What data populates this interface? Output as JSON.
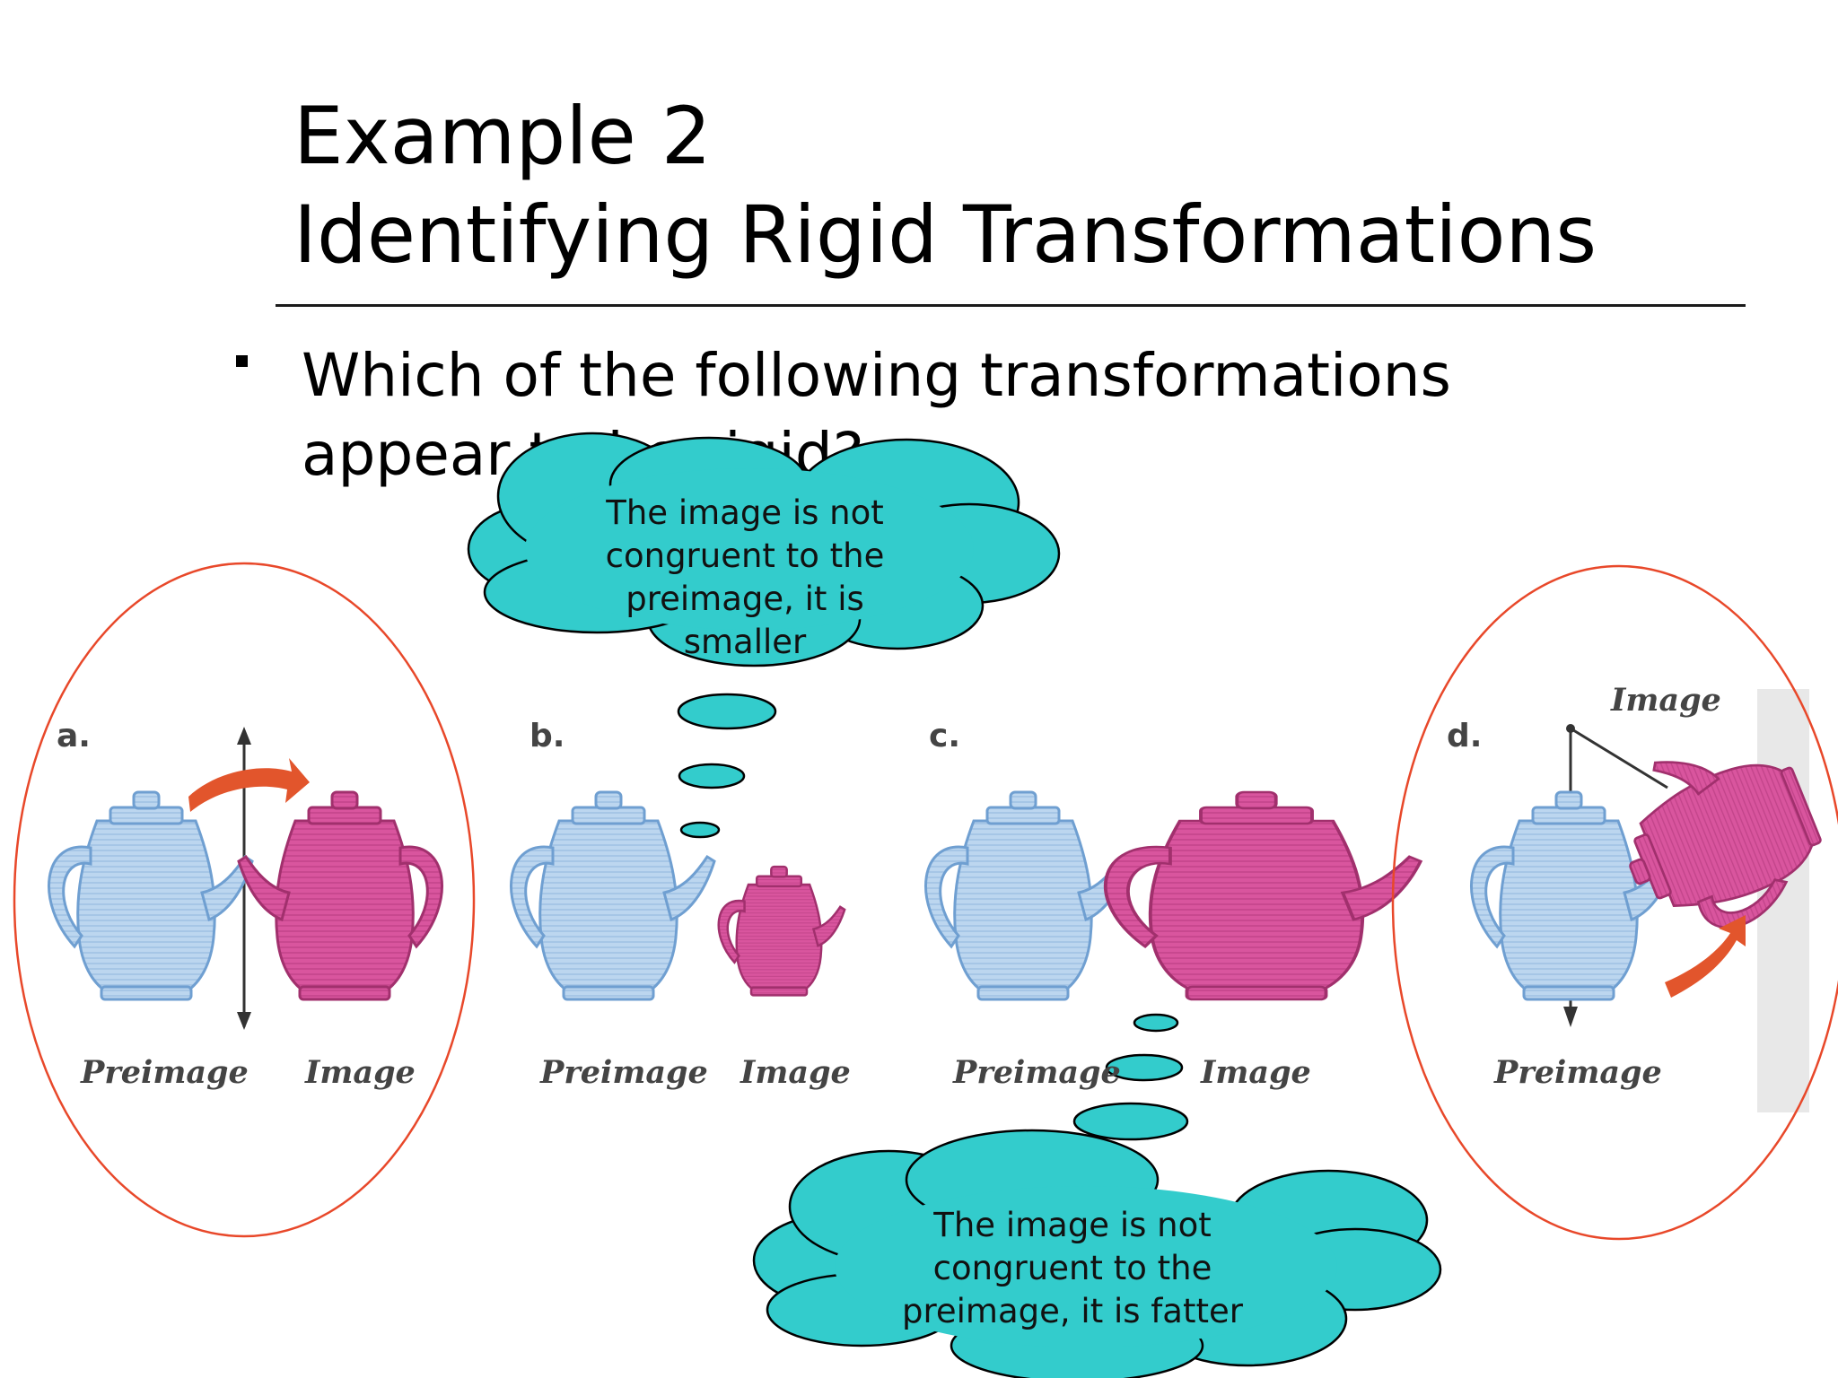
{
  "title": {
    "line1": "Example 2",
    "line2": "Identifying Rigid Transformations"
  },
  "bullet": {
    "text": "Which of the following transformations appear to be rigid?"
  },
  "panels": [
    {
      "letter": "a.",
      "preimage_label": "Preimage",
      "image_label": "Image",
      "circled": true
    },
    {
      "letter": "b.",
      "preimage_label": "Preimage",
      "image_label": "Image",
      "circled": false
    },
    {
      "letter": "c.",
      "preimage_label": "Preimage",
      "image_label": "Image",
      "circled": false
    },
    {
      "letter": "d.",
      "preimage_label": "Preimage",
      "image_label": "Image",
      "circled": true
    }
  ],
  "callouts": {
    "b": "The image is not congruent to the preimage, it is smaller",
    "c": "The image is not congruent to the preimage, it is fatter"
  },
  "colors": {
    "preimage_pot": "#b9d3ee",
    "image_pot": "#d9559e",
    "arrow": "#e2552c",
    "cloud_fill": "#33cccc",
    "circle_outline": "#e8482a"
  }
}
